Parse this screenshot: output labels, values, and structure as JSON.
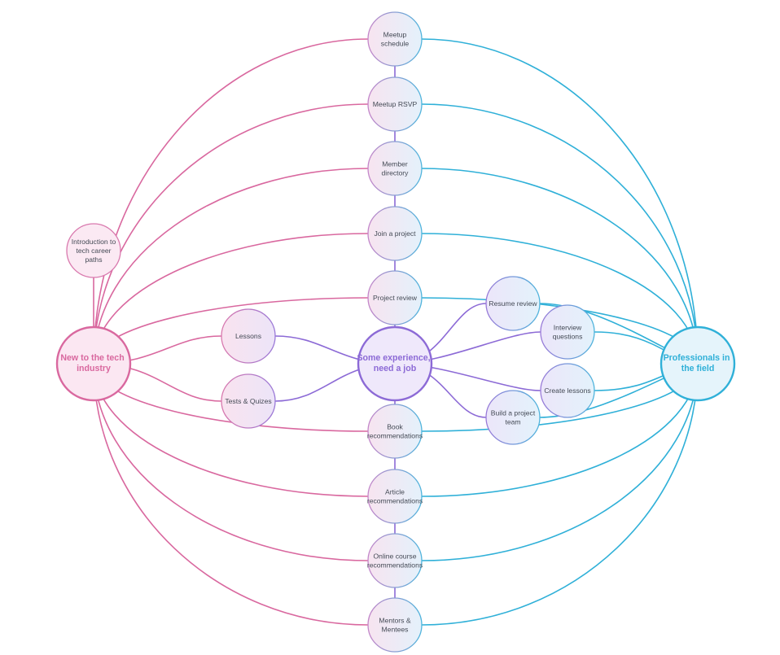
{
  "hubs": {
    "left": {
      "lines": [
        "New to the tech",
        "industry"
      ],
      "color": "#d9689f"
    },
    "center": {
      "lines": [
        "Some experience,",
        "need a job"
      ],
      "color": "#8c6ad6"
    },
    "right": {
      "lines": [
        "Professionals in",
        "the field"
      ],
      "color": "#2fb0d8"
    }
  },
  "nodes": {
    "intro": {
      "lines": [
        "Introduction to",
        "tech career",
        "paths"
      ]
    },
    "lessons": {
      "lines": [
        "Lessons"
      ]
    },
    "tests": {
      "lines": [
        "Tests & Quizes"
      ]
    },
    "meetup_sch": {
      "lines": [
        "Meetup",
        "schedule"
      ]
    },
    "rsvp": {
      "lines": [
        "Meetup RSVP"
      ]
    },
    "directory": {
      "lines": [
        "Member",
        "directory"
      ]
    },
    "join": {
      "lines": [
        "Join a project"
      ]
    },
    "review": {
      "lines": [
        "Project review"
      ]
    },
    "book": {
      "lines": [
        "Book",
        "recommendations"
      ]
    },
    "article": {
      "lines": [
        "Article",
        "recommendations"
      ]
    },
    "online": {
      "lines": [
        "Online course",
        "recommendations"
      ]
    },
    "mentors": {
      "lines": [
        "Mentors &",
        "Mentees"
      ]
    },
    "resume": {
      "lines": [
        "Resume review"
      ]
    },
    "interview": {
      "lines": [
        "Interview",
        "questions"
      ]
    },
    "create": {
      "lines": [
        "Create lessons"
      ]
    },
    "build": {
      "lines": [
        "Build a project",
        "team"
      ]
    }
  }
}
